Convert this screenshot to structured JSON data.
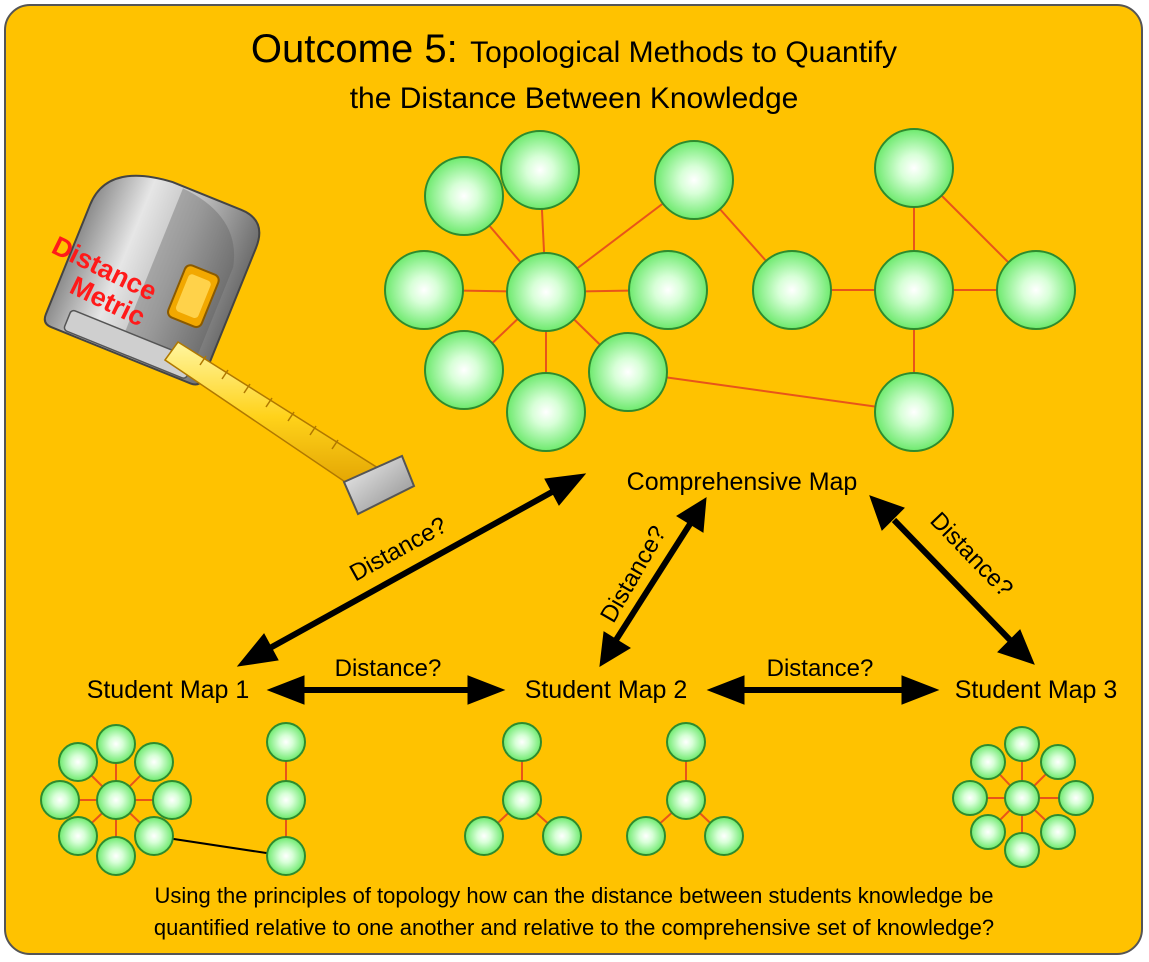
{
  "title": {
    "prefix": "Outcome 5:",
    "line1": "Topological Methods to Quantify",
    "line2": "the Distance Between Knowledge"
  },
  "tape_label": {
    "line1": "Distance",
    "line2": "Metric"
  },
  "labels": {
    "comprehensive": "Comprehensive Map",
    "student1": "Student Map 1",
    "student2": "Student Map 2",
    "student3": "Student Map 3"
  },
  "arrows": {
    "s1_comp": "Distance?",
    "s2_comp": "Distance?",
    "s3_comp": "Distance?",
    "s1_s2": "Distance?",
    "s2_s3": "Distance?"
  },
  "caption": {
    "line1": "Using the principles of topology how can the distance between students knowledge be",
    "line2": "quantified relative to one another and relative to the comprehensive set of knowledge?"
  },
  "colors": {
    "background": "#FFC200",
    "node_fill": "#7CF27C",
    "node_stroke": "#2E8B2E",
    "edge": "#E8541A",
    "arrow": "#000000",
    "tape_label": "#FF1A1A"
  }
}
